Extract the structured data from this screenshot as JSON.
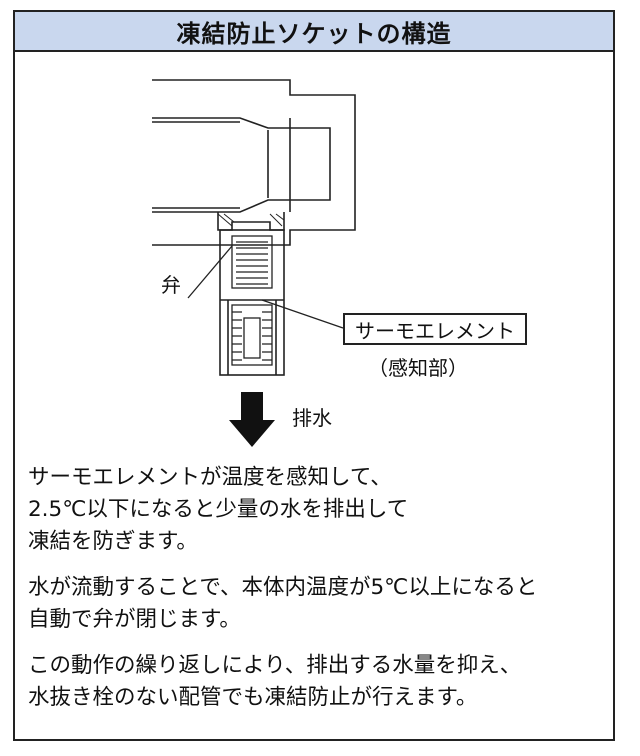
{
  "title": "凍結防止ソケットの構造",
  "diagram": {
    "valve_label": "弁",
    "thermo_label": "サーモエレメント",
    "thermo_sub_label": "（感知部）",
    "drain_label": "排水"
  },
  "paragraphs": [
    [
      "サーモエレメントが温度を感知して、",
      "2.5℃以下になると少量の水を排出して",
      "凍結を防ぎます。"
    ],
    [
      "水が流動することで、本体内温度が5℃以上になると",
      "自動で弁が閉じます。"
    ],
    [
      "この動作の繰り返しにより、排出する水量を抑え、",
      "水抜き栓のない配管でも凍結防止が行えます。"
    ]
  ],
  "colors": {
    "header_bg": "#c9d7ee",
    "line": "#222222"
  }
}
